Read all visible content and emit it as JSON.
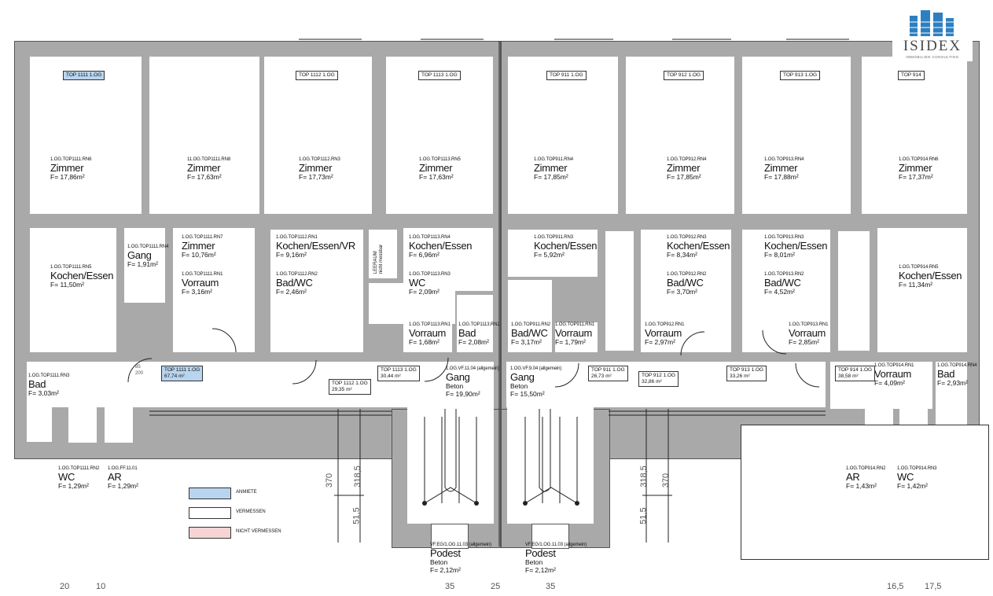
{
  "logo": {
    "name": "ISIDEX",
    "tagline": "IMMOBILIEN CONSULTING",
    "icon": "building-logo-icon",
    "color": "#2e7fc1"
  },
  "colors": {
    "wall": "#a9a9a9",
    "wall_stroke": "#555555",
    "selected": "#b9d4ee",
    "unmeasured": "#f6d4d6"
  },
  "rooms": [
    {
      "code": "1.OG.TOP1111.RN6",
      "name": "Zimmer",
      "area": "F= 17,86m²"
    },
    {
      "code": "11.OG.TOP1111.RN8",
      "name": "Zimmer",
      "area": "F= 17,63m²"
    },
    {
      "code": "1.OG.TOP1112.RN3",
      "name": "Zimmer",
      "area": "F= 17,73m²"
    },
    {
      "code": "1.OG.TOP1113.RN5",
      "name": "Zimmer",
      "area": "F= 17,63m²"
    },
    {
      "code": "1.OG.TOP911.RN4",
      "name": "Zimmer",
      "area": "F= 17,85m²"
    },
    {
      "code": "1.OG.TOP912.RN4",
      "name": "Zimmer",
      "area": "F= 17,85m²"
    },
    {
      "code": "1.OG.TOP913.RN4",
      "name": "Zimmer",
      "area": "F= 17,88m²"
    },
    {
      "code": "1.OG.TOP914.RN6",
      "name": "Zimmer",
      "area": "F= 17,37m²"
    },
    {
      "code": "1.OG.TOP1111.RN5",
      "name": "Kochen/Essen",
      "area": "F= 11,50m²"
    },
    {
      "code": "1.OG.TOP1111.RN4",
      "name": "Gang",
      "area": "F= 1,91m²"
    },
    {
      "code": "1.OG.TOP1111.RN7",
      "name": "Zimmer",
      "area": "F= 10,76m²"
    },
    {
      "code": "1.OG.TOP1111.RN1",
      "name": "Vorraum",
      "area": "F= 3,16m²"
    },
    {
      "code": "1.OG.TOP1112.RN1",
      "name": "Kochen/Essen/VR",
      "area": "F= 9,16m²"
    },
    {
      "code": "1.OG.TOP1112.RN2",
      "name": "Bad/WC",
      "area": "F= 2,46m²"
    },
    {
      "code": "1.OG.TOP1113.RN4",
      "name": "Kochen/Essen",
      "area": "F= 6,96m²"
    },
    {
      "code": "1.OG.TOP1113.RN3",
      "name": "WC",
      "area": "F= 2,09m²"
    },
    {
      "code": "1.OG.TOP1113.RN1",
      "name": "Vorraum",
      "area": "F= 1,68m²"
    },
    {
      "code": "1.OG.TOP1113.RN2",
      "name": "Bad",
      "area": "F= 2,08m²"
    },
    {
      "code": "1.OG.TOP911.RN3",
      "name": "Kochen/Essen",
      "area": "F= 5,92m²"
    },
    {
      "code": "1.OG.TOP911.RN2",
      "name": "Bad/WC",
      "area": "F= 3,17m²"
    },
    {
      "code": "1.OG.TOP911.RN1",
      "name": "Vorraum",
      "area": "F= 1,79m²"
    },
    {
      "code": "1.OG.TOP912.RN3",
      "name": "Kochen/Essen",
      "area": "F= 8,34m²"
    },
    {
      "code": "1.OG.TOP912.RN2",
      "name": "Bad/WC",
      "area": "F= 3,70m²"
    },
    {
      "code": "1.OG.TOP912.RN1",
      "name": "Vorraum",
      "area": "F= 2,97m²"
    },
    {
      "code": "1.OG.TOP913.RN3",
      "name": "Kochen/Essen",
      "area": "F= 8,01m²"
    },
    {
      "code": "1.OG.TOP913.RN2",
      "name": "Bad/WC",
      "area": "F= 4,52m²"
    },
    {
      "code": "1.OG.TOP913.RN1",
      "name": "Vorraum",
      "area": "F= 2,85m²"
    },
    {
      "code": "1.OG.TOP914.RN5",
      "name": "Kochen/Essen",
      "area": "F= 11,34m²"
    },
    {
      "code": "1.OG.TOP1111.RN3",
      "name": "Bad",
      "area": "F= 3,03m²"
    },
    {
      "code": "1.OG.VF.11.04 (allgemein)",
      "name": "Gang",
      "sub": "Beton",
      "area": "F= 19,90m²"
    },
    {
      "code": "1.OG.VF.9.04 (allgemein)",
      "name": "Gang",
      "sub": "Beton",
      "area": "F= 15,50m²"
    },
    {
      "code": "1.OG.TOP914.RN1",
      "name": "Vorraum",
      "area": "F= 4,09m²"
    },
    {
      "code": "1.OG.TOP914.RN4",
      "name": "Bad",
      "area": "F= 2,93m²"
    },
    {
      "code": "1.OG.TOP1111.RN2",
      "name": "WC",
      "area": "F= 1,29m²"
    },
    {
      "code": "1.OG.FF.11.01",
      "name": "AR",
      "area": "F= 1,29m²"
    },
    {
      "code": "1.OG.TOP914.RN2",
      "name": "AR",
      "area": "F= 1,43m²"
    },
    {
      "code": "1.OG.TOP914.RN3",
      "name": "WC",
      "area": "F= 1,42m²"
    },
    {
      "code": "VF.EG/1.OG.11.03 (allgemein)",
      "name": "Podest",
      "sub": "Beton",
      "area": "F= 2,12m²"
    },
    {
      "code": "VF.EG/1.OG.11.03 (allgemein)",
      "name": "Podest",
      "sub": "Beton",
      "area": "F= 2,12m²"
    }
  ],
  "tops": [
    {
      "label": "TOP 1111 1.OG"
    },
    {
      "label": "TOP 1112 1.OG"
    },
    {
      "label": "TOP 1113 1.OG"
    },
    {
      "label": "TOP 911 1.OG"
    },
    {
      "label": "TOP 912 1.OG"
    },
    {
      "label": "TOP 913 1.OG"
    },
    {
      "label": "TOP 914"
    },
    {
      "label": "TOP 1111 1.OG",
      "area": "67,74 m²",
      "selected": true
    },
    {
      "label": "TOP 1112 1.OG",
      "area": "29,35 m²"
    },
    {
      "label": "TOP 1113 1.OG",
      "area": "30,44 m²"
    },
    {
      "label": "TOP 911 1.OG",
      "area": "26,73 m²"
    },
    {
      "label": "TOP 912 1.OG",
      "area": "32,86 m²"
    },
    {
      "label": "TOP 913 1.OG",
      "area": "33,26 m²"
    },
    {
      "label": "TOP 914 1.OG",
      "area": "38,58 m²"
    }
  ],
  "side_labels": [
    "LEERAUM",
    "nicht messbar"
  ],
  "dimensions": {
    "left_370": "370",
    "left_3185": "318,5",
    "left_515": "51,5",
    "right_3185": "318,5",
    "right_515": "51,5",
    "right_370": "370",
    "door_85": "85",
    "door_200": "200",
    "bottom_20": "20",
    "bottom_10": "10",
    "bottom_35a": "35",
    "bottom_25": "25",
    "bottom_35b": "35",
    "bottom_165": "16,5",
    "bottom_175": "17,5"
  },
  "legend": [
    {
      "label": "ANMIETE",
      "color": "#b9d4ee"
    },
    {
      "label": "VERMESSEN",
      "color": "#ffffff"
    },
    {
      "label": "NICHT VERMESSEN",
      "color": "#f6d4d6"
    }
  ]
}
